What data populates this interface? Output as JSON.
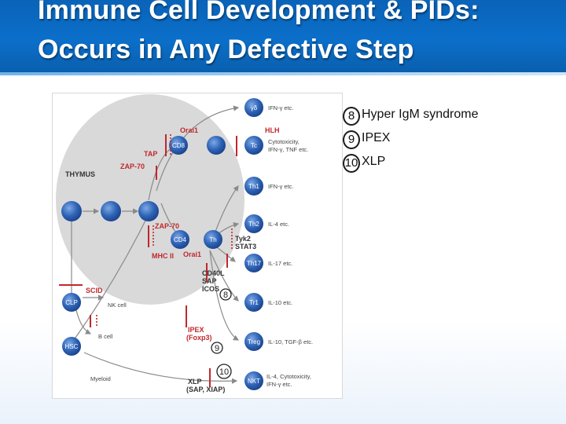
{
  "slide": {
    "title_line1": "Immune Cell Development & PIDs:",
    "title_line2": "Occurs in Any Defective Step",
    "header_color": "#0b6fca"
  },
  "legend": [
    {
      "number": "8",
      "text": "Hyper IgM syndrome"
    },
    {
      "number": "9",
      "text": "IPEX"
    },
    {
      "number": "10",
      "text": "XLP"
    }
  ],
  "diagram": {
    "region_label": "THYMUS",
    "cells": {
      "gd": "γδ",
      "cd8": "CD8",
      "tc": "Tc",
      "th1": "Th1",
      "th2": "Th2",
      "cd4": "CD4",
      "th": "Th",
      "th17": "Th17",
      "tr1": "Tr1",
      "treg": "Treg",
      "nkt": "NKT",
      "clp": "CLP",
      "hsc": "HSC"
    },
    "outputs": {
      "gd": "IFN-γ etc.",
      "tc_1": "Cytotoxicity,",
      "tc_2": "IFN-γ, TNF etc.",
      "th1": "IFN-γ etc.",
      "th2": "IL-4 etc.",
      "th17": "IL-17 etc.",
      "tr1": "IL-10 etc.",
      "treg": "IL-10, TGF-β etc.",
      "nkt_1": "IL-4, Cytotoxicity,",
      "nkt_2": "IFN-γ etc.",
      "nk": "NK cell",
      "bcell": "B cell",
      "myeloid": "Myeloid"
    },
    "defects": {
      "orai1_top": "Orai1",
      "tap": "TAP",
      "zap70_top": "ZAP-70",
      "hlh": "HLH",
      "zap70_mid": "ZAP-70",
      "mhc2": "MHC II",
      "orai1_mid": "Orai1",
      "tyk2": "Tyk2",
      "stat3": "STAT3",
      "cd40l": "CD40L",
      "sap": "SAP",
      "icos": "ICOS",
      "scid": "SCID",
      "ipex_1": "IPEX",
      "ipex_2": "(Foxp3)",
      "xlp_1": "XLP",
      "xlp_2": "(SAP, XIAP)"
    },
    "markers": {
      "m8": "8",
      "m9": "9",
      "m10": "10"
    },
    "colors": {
      "cell": "#2e64b6",
      "thymus": "#d9d9d9",
      "defect": "#c0282d"
    }
  }
}
